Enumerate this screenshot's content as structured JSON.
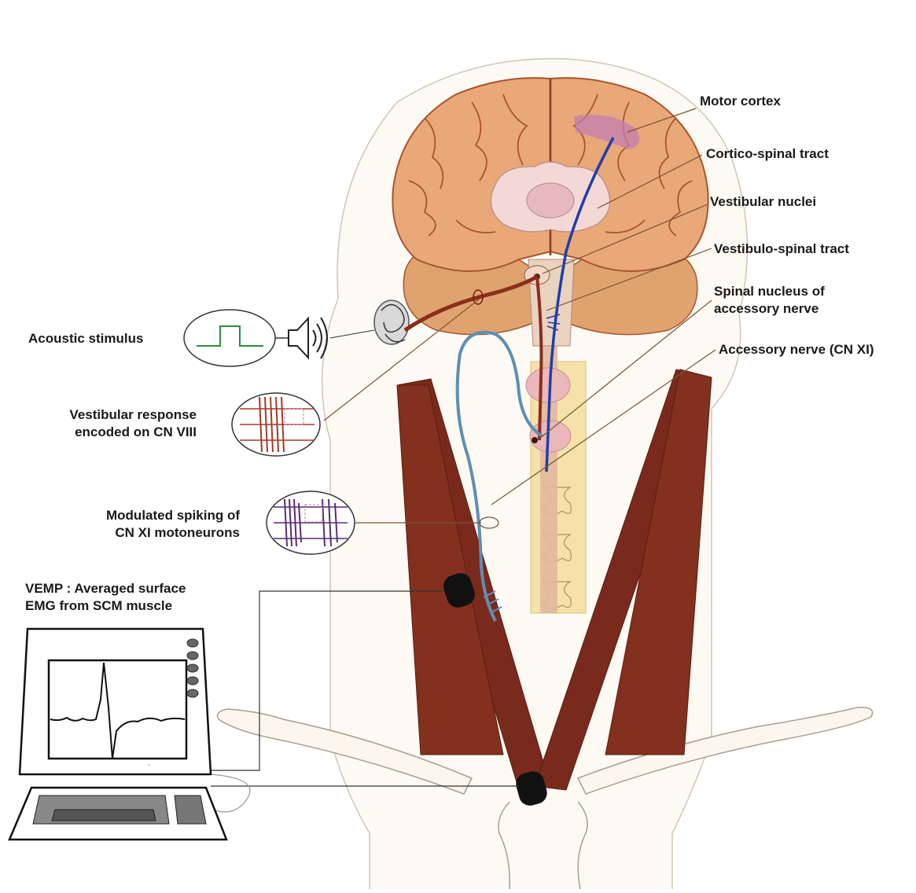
{
  "labels": {
    "motor_cortex": "Motor cortex",
    "cortico_spinal_tract": "Cortico-spinal tract",
    "vestibular_nuclei": "Vestibular nuclei",
    "vestibulo_spinal_tract": "Vestibulo-spinal tract",
    "spinal_nucleus_line1": "Spinal nucleus of",
    "spinal_nucleus_line2": "accessory nerve",
    "accessory_nerve": "Accessory nerve (CN XI)",
    "acoustic_stimulus": "Acoustic stimulus",
    "vestibular_response_line1": "Vestibular response",
    "vestibular_response_line2": "encoded on CN VIII",
    "modulated_spiking_line1": "Modulated spiking of",
    "modulated_spiking_line2": "CN XI motoneurons",
    "vemp_line1": "VEMP : Averaged surface",
    "vemp_line2": "EMG from SCM muscle"
  },
  "colors": {
    "brain": "#e9a878",
    "sulci": "#a8552f",
    "muscle": "#7a2a1c",
    "spine": "#f6e2a8",
    "cortico_tract": "#1f3fa8",
    "accessory_nerve": "#5e8fb3",
    "vestibular_nerve": "#8a2e1c",
    "waveform_green": "#2e8b3e",
    "response_red": "#a33a2a",
    "spiking_purple": "#5a2d6e"
  }
}
